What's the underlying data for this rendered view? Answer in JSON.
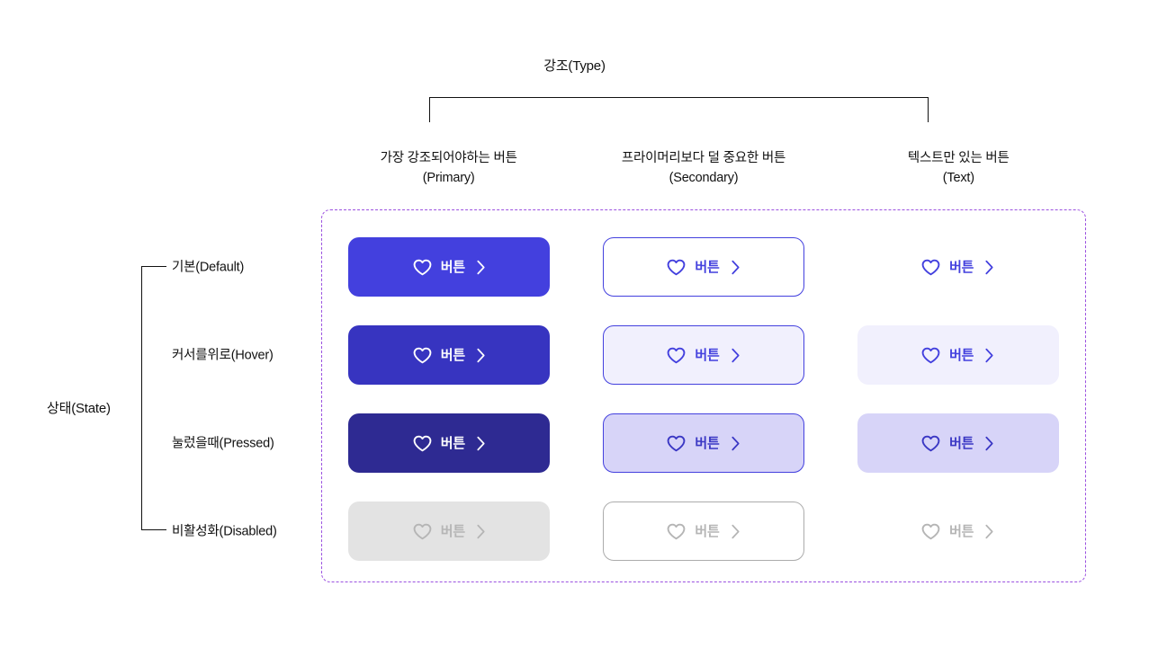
{
  "type_axis": {
    "title": "강조(Type)",
    "columns": [
      {
        "key": "primary",
        "line1": "가장 강조되어야하는 버튼",
        "line2": "(Primary)"
      },
      {
        "key": "secondary",
        "line1": "프라이머리보다 덜 중요한 버튼",
        "line2": "(Secondary)"
      },
      {
        "key": "text",
        "line1": "텍스트만 있는 버튼",
        "line2": "(Text)"
      }
    ]
  },
  "state_axis": {
    "title": "상태(State)",
    "rows": [
      {
        "key": "default",
        "label": "기본(Default)"
      },
      {
        "key": "hover",
        "label": "커서를위로(Hover)"
      },
      {
        "key": "pressed",
        "label": "눌렀을때(Pressed)"
      },
      {
        "key": "disabled",
        "label": "비활성화(Disabled)"
      }
    ]
  },
  "button": {
    "label": "버튼",
    "leading_icon": "heart-outline-icon",
    "trailing_icon": "chevron-right-icon"
  },
  "colors": {
    "primary_default": "#4340DE",
    "primary_hover": "#3734C0",
    "primary_pressed": "#2E2A92",
    "primary_disabled_bg": "#E3E3E3",
    "tint_hover": "#F1F0FD",
    "tint_pressed": "#D7D4F8",
    "disabled_text": "#B5B5B5",
    "disabled_border": "#ACACAC",
    "container_dashed_border": "#9B51E0",
    "axis_line": "#111111",
    "page_background": "#FFFFFF"
  }
}
